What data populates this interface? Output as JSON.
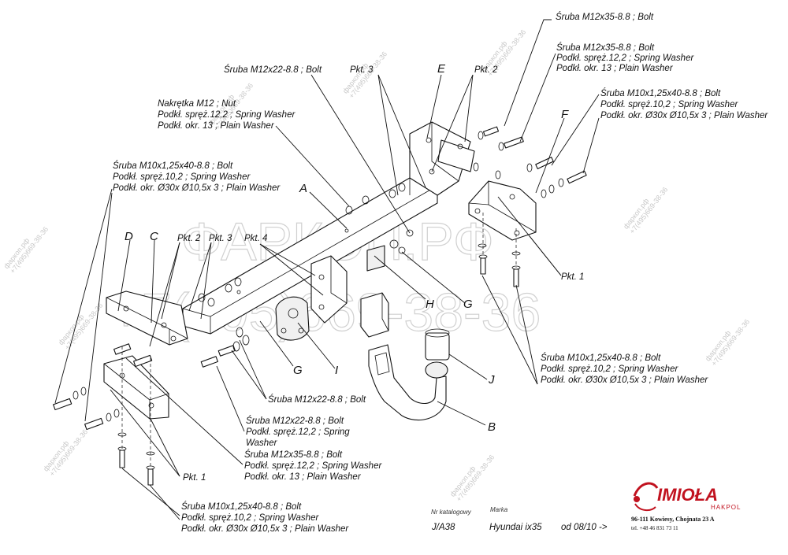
{
  "callouts": {
    "top_bolt": "Śruba M12x35-8.8 ;  Bolt",
    "e_group": [
      "Śruba M12x35-8.8 ;  Bolt",
      "Podkł. spręż.12,2 ; Spring Washer",
      "Podkł. okr. 13 ; Plain Washer"
    ],
    "f_group": [
      "Śruba M10x1,25x40-8.8 ;  Bolt",
      "Podkł. spręż.10,2 ; Spring Washer",
      "Podkł. okr.  Ø30x Ø10,5x 3 ; Plain Washer"
    ],
    "sruba_m12x22_top": "Śruba M12x22-8.8 ;  Bolt",
    "nut_group": [
      "Nakrętka  M12 ; Nut",
      "Podkł. spręż.12,2 ; Spring Washer",
      "Podkł. okr. 13 ; Plain Washer"
    ],
    "left_group": [
      "Śruba M10x1,25x40-8.8 ;  Bolt",
      "Podkł. spręż.10,2 ; Spring Washer",
      "Podkł. okr.  Ø30x Ø10,5x 3 ; Plain Washer"
    ],
    "right_lower_group": [
      "Śruba M10x1,25x40-8.8 ;  Bolt",
      "Podkł. spręż.10,2 ; Spring Washer",
      "Podkł. okr.  Ø30x Ø10,5x 3 ; Plain Washer"
    ],
    "sruba_m12x22_mid": "Śruba M12x22-8.8 ;  Bolt",
    "m12x22_group": [
      "Śruba M12x22-8.8 ;  Bolt",
      "Podkł. spręż.12,2 ;  Spring",
      "Washer"
    ],
    "m12x35_group": [
      "Śruba M12x35-8.8 ;  Bolt",
      "Podkł. spręż.12,2 ; Spring Washer",
      "Podkł. okr. 13 ; Plain Washer"
    ],
    "bottom_group": [
      "Śruba M10x1,25x40-8.8 ;  Bolt",
      "Podkł. spręż.10,2 ; Spring Washer",
      "Podkł. okr.  Ø30x Ø10,5x 3 ; Plain Washer"
    ]
  },
  "letters": {
    "A": "A",
    "B": "B",
    "C": "C",
    "D": "D",
    "E": "E",
    "F": "F",
    "G1": "G",
    "G2": "G",
    "H": "H",
    "I": "I",
    "J": "J"
  },
  "pkt": {
    "pkt1_right": "Pkt. 1",
    "pkt1_left": "Pkt. 1",
    "pkt2_top": "Pkt. 2",
    "pkt2_left": "Pkt. 2",
    "pkt3_top": "Pkt. 3",
    "pkt3_left": "Pkt. 3",
    "pkt4": "Pkt. 4"
  },
  "title_block": {
    "catalog_label": "Nr katalogowy",
    "catalog_value": "J/A38",
    "make_label": "Marka",
    "make_value": "Hyundai ix35",
    "from_value": "od  08/10 ->"
  },
  "brand": {
    "name": "IMIOŁA",
    "sub": "HAKPOL",
    "address": "96-111 Kowiesy, Chojnata 23 A",
    "phone": "tel. +48 46 831 73 11",
    "color": "#c1121f"
  },
  "watermark": {
    "site": "фаркоп.рф",
    "phone": "+7(495)669-38-36",
    "big_site": "ФАРКОП.РФ",
    "big_phone": "+7(495)669-38-36"
  }
}
